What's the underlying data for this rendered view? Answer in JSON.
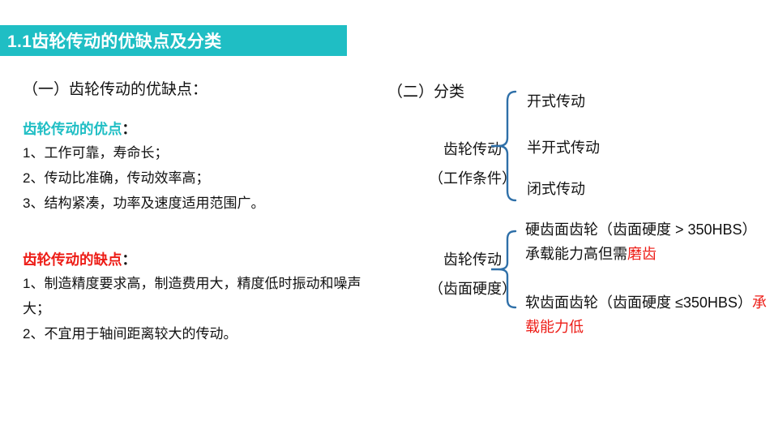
{
  "slide": {
    "title": "1.1齿轮传动的优缺点及分类",
    "banner_color": "#1FBEC4",
    "accent_teal": "#1FBEC4",
    "accent_red": "#ED1C16",
    "brace_color": "#2E6FA8",
    "background": "#FFFFFF"
  },
  "left": {
    "section_lead": "（一）齿轮传动的优缺点：",
    "pros": {
      "heading_text": "齿轮传动的优点",
      "heading_colon": "：",
      "heading_color": "#1FBEC4",
      "items": [
        "1、工作可靠，寿命长；",
        "2、传动比准确，传动效率高；",
        "3、结构紧凑，功率及速度适用范围广。"
      ]
    },
    "cons": {
      "heading_text": "齿轮传动的缺点",
      "heading_colon": "：",
      "heading_color": "#ED1C16",
      "items": [
        "1、制造精度要求高，制造费用大，精度低时振动和噪声大；",
        "2、不宜用于轴间距离较大的传动。"
      ]
    }
  },
  "right": {
    "section_lead": "（二）分类",
    "groups": [
      {
        "label_line1": "齿轮传动",
        "label_line2": "（工作条件）",
        "branches": [
          {
            "black": "开式传动",
            "red": ""
          },
          {
            "black": "半开式传动",
            "red": ""
          },
          {
            "black": "闭式传动",
            "red": ""
          }
        ]
      },
      {
        "label_line1": "齿轮传动",
        "label_line2": "（齿面硬度）",
        "branches": [
          {
            "black": "硬齿面齿轮（齿面硬度 > 350HBS）承载能力高但需",
            "red": "磨齿"
          },
          {
            "black": "软齿面齿轮（齿面硬度 ≤350HBS）",
            "red": "承载能力低"
          }
        ]
      }
    ]
  }
}
